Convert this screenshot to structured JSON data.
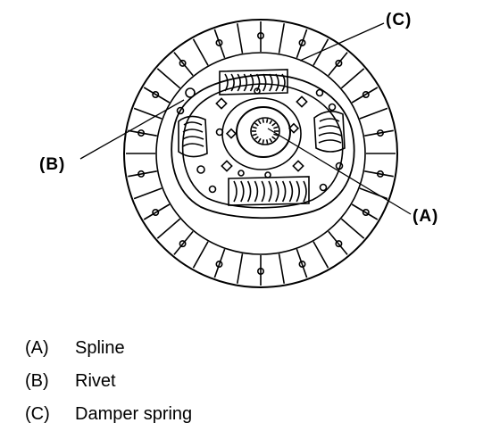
{
  "callouts": {
    "a": "(A)",
    "b": "(B)",
    "c": "(C)"
  },
  "legend": [
    {
      "key": "(A)",
      "text": "Spline"
    },
    {
      "key": "(B)",
      "text": "Rivet"
    },
    {
      "key": "(C)",
      "text": "Damper spring"
    }
  ]
}
